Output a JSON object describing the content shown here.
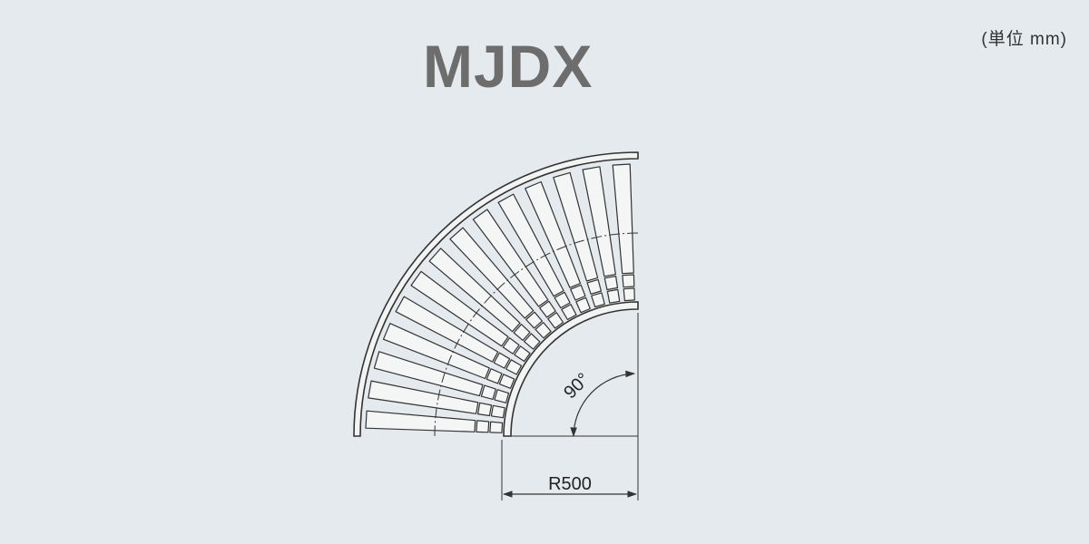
{
  "title": "MJDX",
  "unit_note": "(単位 mm)",
  "angle_label": "90°",
  "radius_label": "R500",
  "roller_count": 14,
  "colors": {
    "background": "#e5eaee",
    "title": "#6d6d6d",
    "line": "#333333",
    "roller_fill": "#f4f5f5"
  }
}
